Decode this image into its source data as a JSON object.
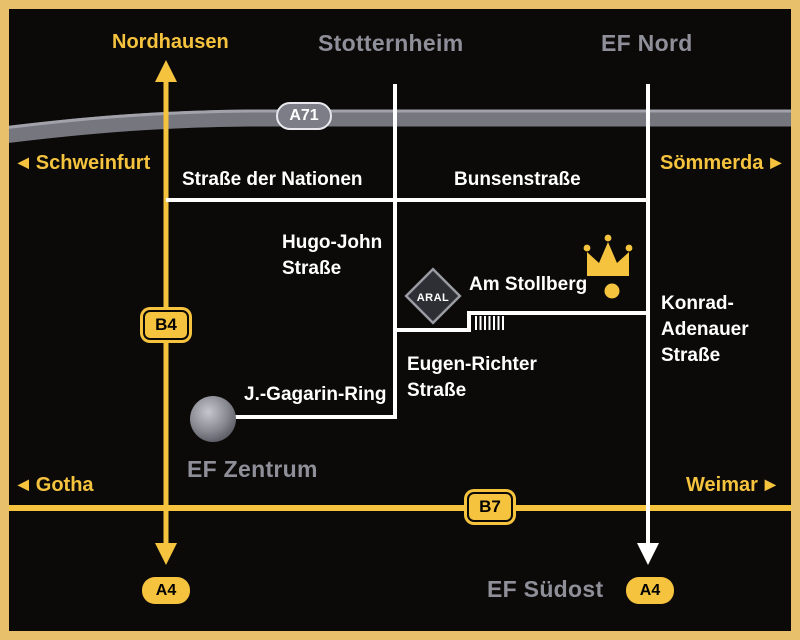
{
  "colors": {
    "gold": "#F5C33E",
    "frame_tan": "#E8C06C",
    "gray_label": "#8F8F99",
    "road_gray": "#76767F",
    "white_road": "#FFFFFF",
    "background": "#0B0A08"
  },
  "destinations": {
    "nordhausen": "Nordhausen",
    "stotternheim": "Stotternheim",
    "ef_nord": "EF Nord",
    "schweinfurt": "Schweinfurt",
    "soemmerda": "Sömmerda",
    "gotha": "Gotha",
    "weimar": "Weimar",
    "ef_zentrum": "EF Zentrum",
    "ef_suedost": "EF Südost"
  },
  "glyphs": {
    "arrow_left": "◀",
    "arrow_right": "▶"
  },
  "streets": {
    "strasse_der_nationen": "Straße der Nationen",
    "bunsenstrasse": "Bunsenstraße",
    "hugo_john": [
      "Hugo-John",
      "Straße"
    ],
    "am_stollberg": "Am Stollberg",
    "eugen_richter": [
      "Eugen-Richter",
      "Straße"
    ],
    "gagarin_ring": "J.-Gagarin-Ring",
    "konrad_adenauer": [
      "Konrad-",
      "Adenauer",
      "Straße"
    ]
  },
  "badges": {
    "a71": "A71",
    "b4": "B4",
    "b7": "B7",
    "a4_west": "A4",
    "a4_east": "A4"
  },
  "station": {
    "aral": "ARAL"
  }
}
